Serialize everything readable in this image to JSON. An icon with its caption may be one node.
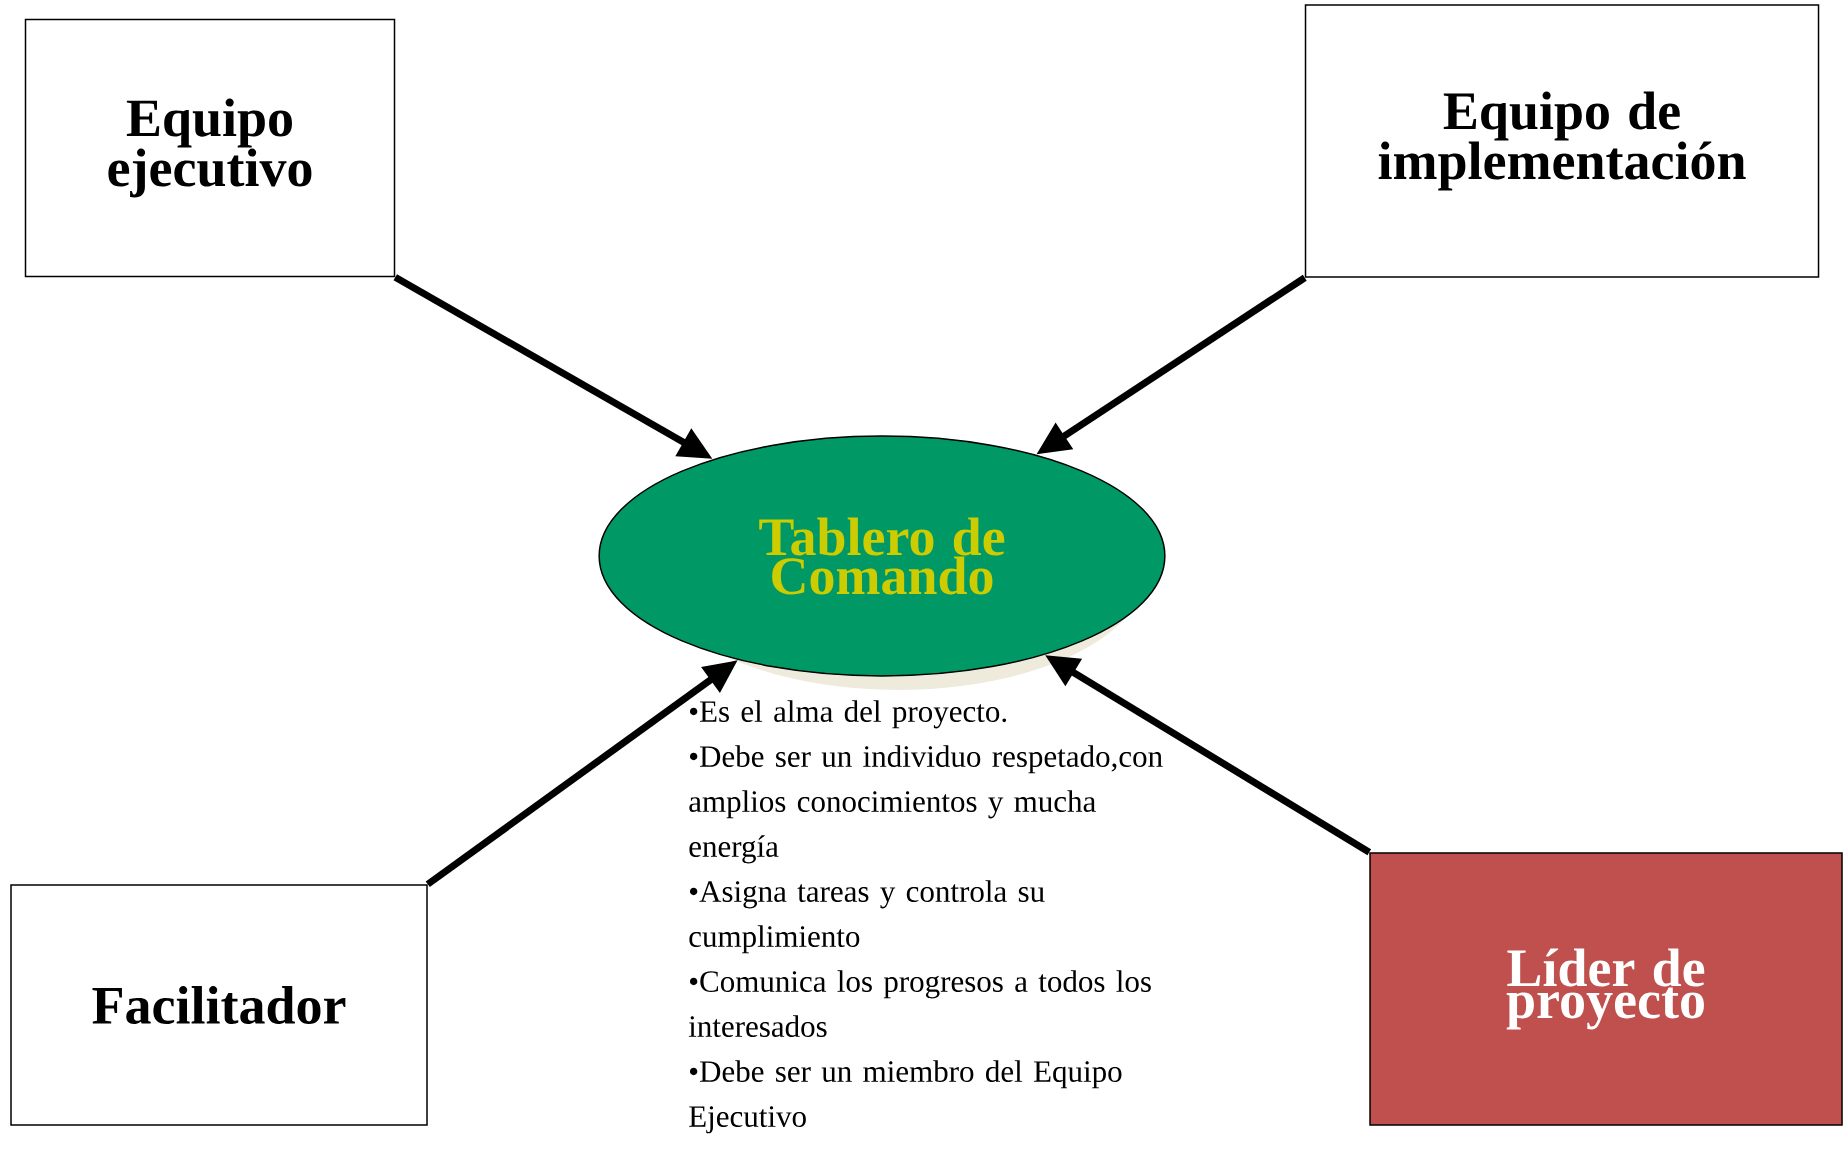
{
  "diagram": {
    "nodes": [
      {
        "text": [
          "Equipo ejecutivo"
        ]
      },
      {
        "text": [
          "Equipo de implementación"
        ]
      },
      {
        "text": [
          "Tablero de Comando"
        ]
      },
      {
        "text": [
          "Facilitador"
        ]
      },
      {
        "text": [
          "Líder de proyecto"
        ]
      }
    ],
    "edges": [
      {
        "from": 0,
        "to": 2,
        "arrow": "to"
      },
      {
        "from": 1,
        "to": 2,
        "arrow": "to"
      },
      {
        "from": 3,
        "to": 2,
        "arrow": "to"
      },
      {
        "from": 4,
        "to": 2,
        "arrow": "to"
      }
    ],
    "labels": [
      "•Es el alma del proyecto.",
      "•Debe ser un individuo respetado,con amplios conocimientos y mucha energía",
      "•Asigna tareas y controla su cumplimiento",
      "•Comunica los progresos a todos los interesados",
      "•Debe ser un miembro del Equipo Ejecutivo"
    ]
  }
}
